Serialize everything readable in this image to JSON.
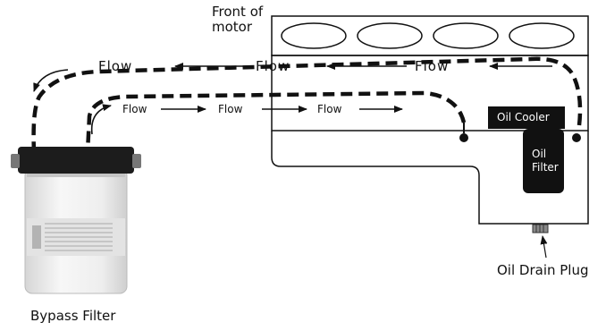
{
  "labels": {
    "front_of_motor": "Front of\nmotor",
    "oil_cooler": "Oil Cooler",
    "oil_filter": "Oil\nFilter",
    "oil_drain_plug": "Oil Drain Plug",
    "bypass_filter": "Bypass Filter"
  },
  "flow_labels": {
    "top": [
      "Flow",
      "Flow",
      "Flow"
    ],
    "middle": [
      "Flow",
      "Flow",
      "Flow"
    ]
  },
  "colors": {
    "line": "#111111",
    "filter_housing_dark": "#1c1c1c",
    "canister_body": "#ededed"
  }
}
